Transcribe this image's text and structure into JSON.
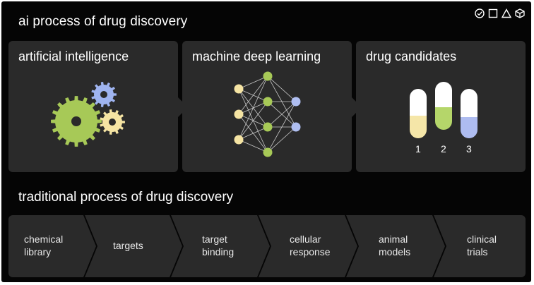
{
  "title": "ai process of drug discovery",
  "toolbar": {
    "icons": [
      "check-circle-icon",
      "square-icon",
      "triangle-icon",
      "cube-icon"
    ]
  },
  "panels": [
    {
      "label": "artificial intelligence"
    },
    {
      "label": "machine deep learning"
    },
    {
      "label": "drug candidates"
    }
  ],
  "candidates": {
    "numbers": [
      "1",
      "2",
      "3"
    ],
    "colors": [
      "#f5e6a8",
      "#b5d66a",
      "#aebcf0"
    ]
  },
  "gear_colors": {
    "large": "#a7c957",
    "small_blue": "#9fb4f0",
    "small_yellow": "#f5e4a3"
  },
  "network_colors": {
    "input": "#f5e4a3",
    "hidden": "#a7c957",
    "output": "#b0bff2"
  },
  "traditional": {
    "title": "traditional process of drug discovery",
    "stages": [
      "chemical\nlibrary",
      "targets",
      "target\nbinding",
      "cellular\nresponse",
      "animal\nmodels",
      "clinical\ntrials"
    ]
  }
}
